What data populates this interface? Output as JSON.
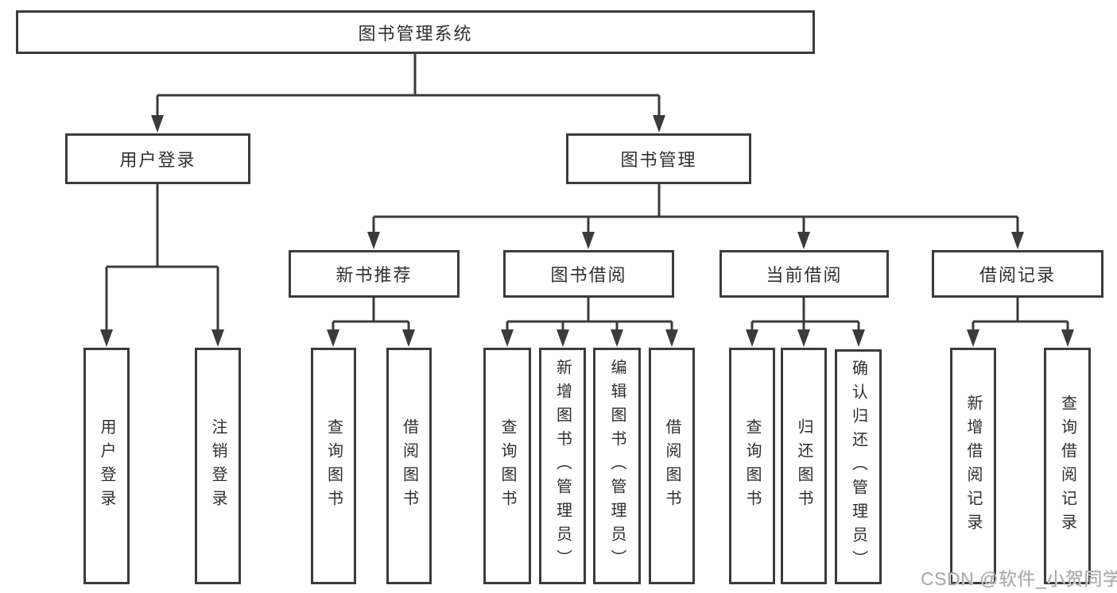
{
  "diagram_title": "图书管理系统",
  "tree": {
    "label": "图书管理系统",
    "children": [
      {
        "label": "用户登录",
        "children": [
          {
            "label": "用户登录"
          },
          {
            "label": "注销登录"
          }
        ]
      },
      {
        "label": "图书管理",
        "children": [
          {
            "label": "新书推荐",
            "children": [
              {
                "label": "查询图书"
              },
              {
                "label": "借阅图书"
              }
            ]
          },
          {
            "label": "图书借阅",
            "children": [
              {
                "label": "查询图书"
              },
              {
                "label": "新增图书（管理员）"
              },
              {
                "label": "编辑图书（管理员）"
              },
              {
                "label": "借阅图书"
              }
            ]
          },
          {
            "label": "当前借阅",
            "children": [
              {
                "label": "查询图书"
              },
              {
                "label": "归还图书"
              },
              {
                "label": "确认归还（管理员）"
              }
            ]
          },
          {
            "label": "借阅记录",
            "children": [
              {
                "label": "新增借阅记录"
              },
              {
                "label": "查询借阅记录"
              }
            ]
          }
        ]
      }
    ]
  },
  "watermark": {
    "text": "CSDN @软件_小贺同学"
  },
  "colors": {
    "line": "#3b3b3b",
    "box_border": "#3b3b3b",
    "box_background": "#ffffff",
    "text": "#2f2f2f",
    "watermark": "#a9a9a9"
  }
}
